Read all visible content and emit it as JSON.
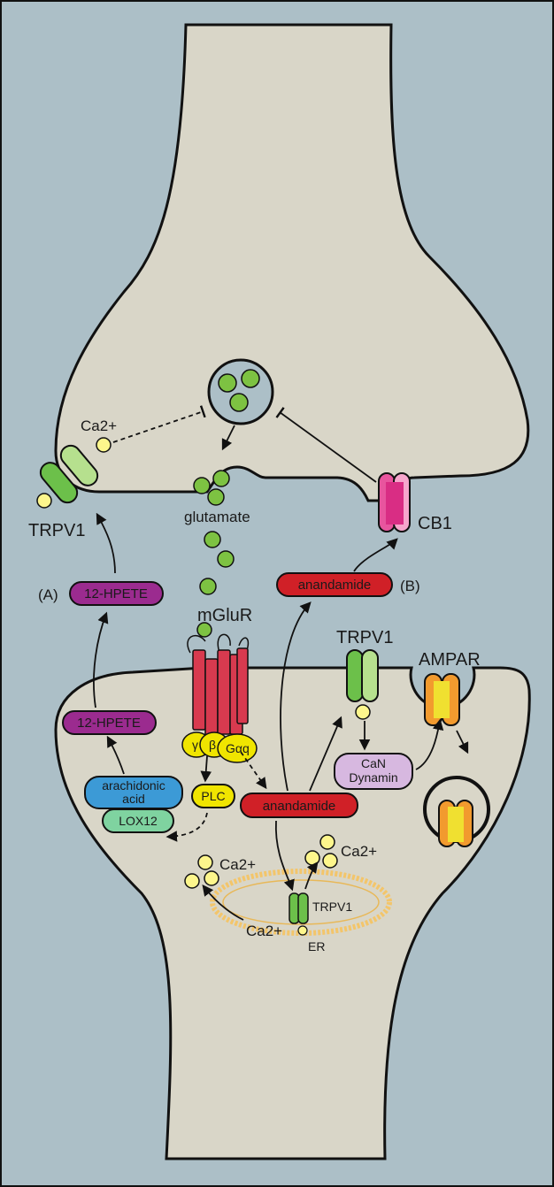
{
  "colors": {
    "background": "#acbfc7",
    "cell": "#d9d6c8",
    "outline": "#111111",
    "glutamate": "#7dc242",
    "calcium": "#fdf68c",
    "trpv1": "#6cc04a",
    "cb1": "#e8559e",
    "hpete": "#9b2b8f",
    "anandamide": "#d02027",
    "mglur": "#d83a4f",
    "g_protein": "#f0e500",
    "arachidonic": "#3c9ad6",
    "lox12": "#7fd3a0",
    "plc": "#f0e500",
    "can_dynamin": "#d7b8e0",
    "ampar_outer": "#f29a2e",
    "ampar_inner": "#f0e030",
    "er": "#f3c56a"
  },
  "labels": {
    "ca_pre": "Ca2+",
    "trpv1_pre": "TRPV1",
    "glutamate": "glutamate",
    "cb1": "CB1",
    "label_a": "(A)",
    "hpete_upper": "12-HPETE",
    "anandamide_upper": "anandamide",
    "label_b": "(B)",
    "mglur": "mGluR",
    "trpv1_post": "TRPV1",
    "ampar": "AMPAR",
    "hpete_lower": "12-HPETE",
    "arachidonic_1": "arachidonic",
    "arachidonic_2": "acid",
    "lox12": "LOX12",
    "plc": "PLC",
    "anandamide_lower": "anandamide",
    "can_1": "CaN",
    "can_2": "Dynamin",
    "g_gamma": "γ",
    "g_beta": "β",
    "g_alpha": "Gαq",
    "ca_left": "Ca2+",
    "ca_right": "Ca2+",
    "ca_er": "Ca2+",
    "trpv1_er": "TRPV1",
    "er": "ER"
  }
}
